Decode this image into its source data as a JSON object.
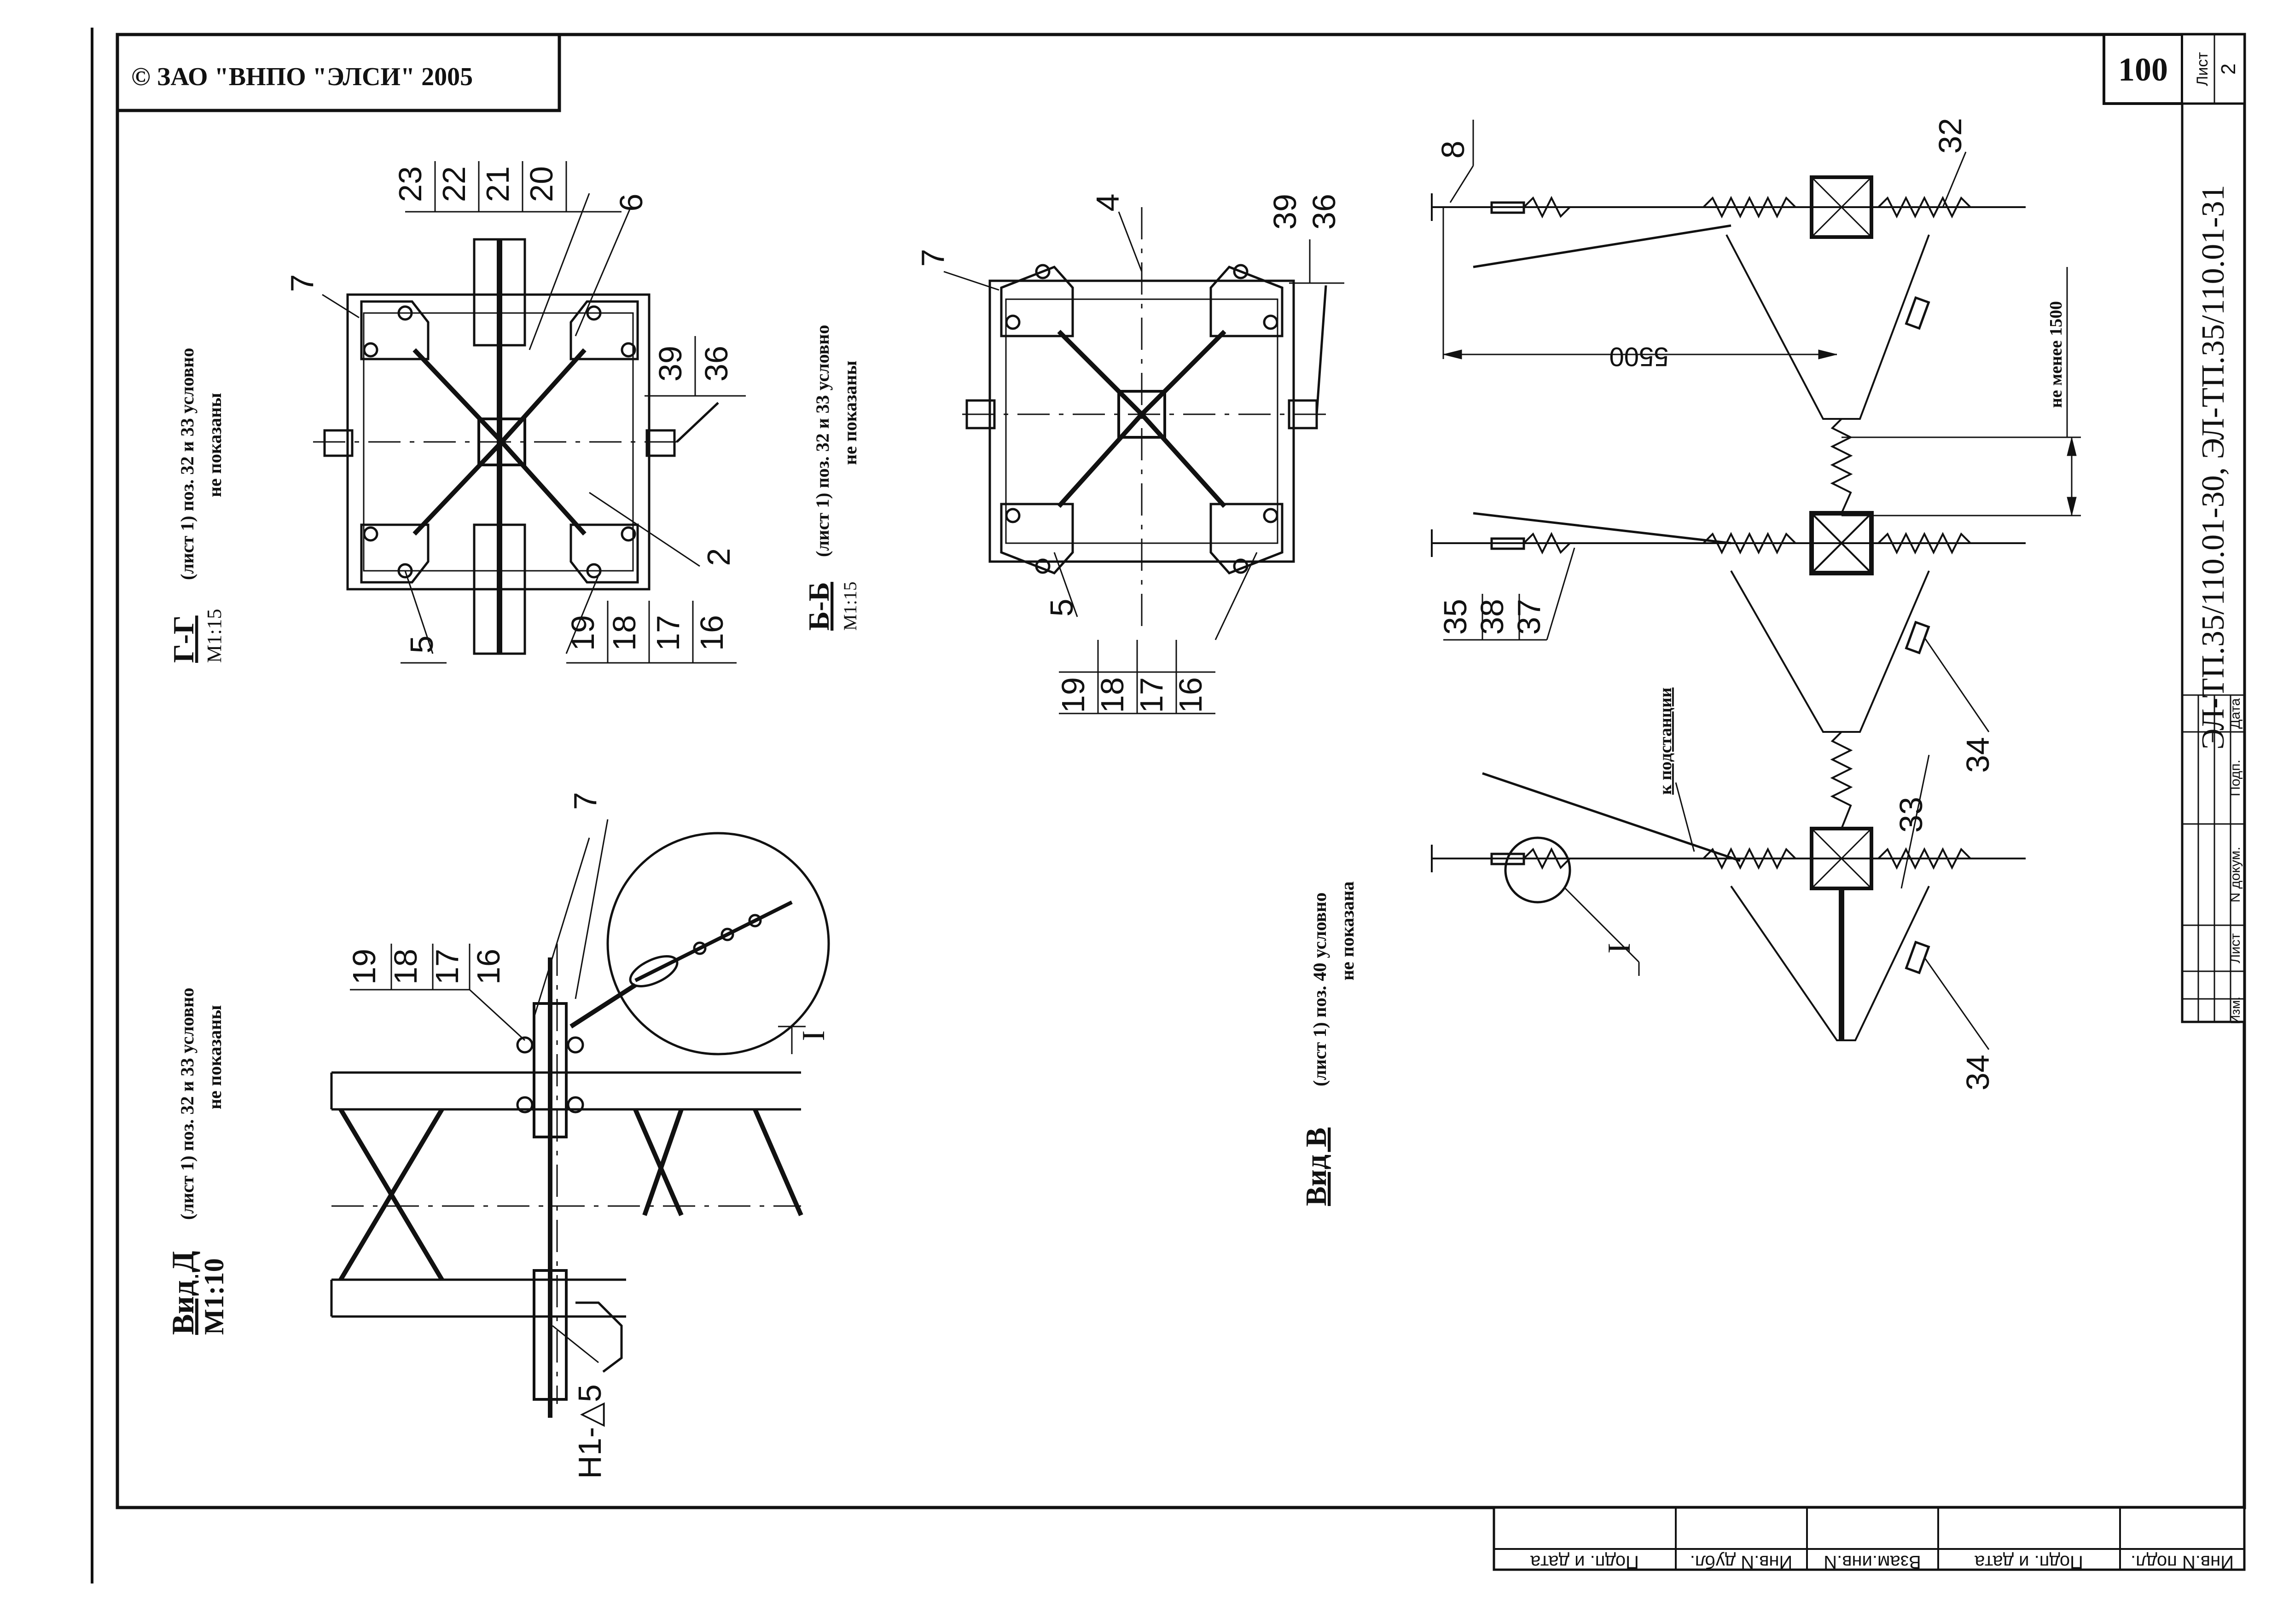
{
  "stamp": {
    "copyright": "© ЗАО \"ВНПО \"ЭЛСИ\" 2005"
  },
  "title_block": {
    "page_number": "100",
    "sheet_label": "Лист",
    "sheet_number": "2",
    "document_code": "ЭЛ-ТП.35/110.01-30, ЭЛ-ТП.35/110.01-31",
    "cols": [
      "Изм.",
      "Лист",
      "N докум.",
      "Подп.",
      "Дата"
    ]
  },
  "bottom_stamp": [
    "Подп. и дата",
    "Инв.N дубл.",
    "Взам.инв.N",
    "Подп. и дата",
    "Инв.N подл."
  ],
  "views": {
    "gg": {
      "title": "Г-Г",
      "note": "(лист 1)  поз. 32 и 33 условно",
      "note2": "не показаны",
      "scale": "М1:15"
    },
    "bb": {
      "title": "Б-Б",
      "note": "(лист 1)  поз. 32 и 33 условно",
      "note2": "не показаны",
      "scale": "М1:15"
    },
    "vd": {
      "title": "Вид Д",
      "note": "(лист 1) поз. 32 и 33 условно",
      "note2": "не показаны",
      "scale": "М1:10"
    },
    "vv": {
      "title": "Вид В",
      "note": "(лист 1)  поз. 40 условно",
      "note2": "не показана"
    }
  },
  "callouts": {
    "gg_stack_top": [
      "23",
      "22",
      "21",
      "20"
    ],
    "gg_6": "6",
    "gg_7": "7",
    "gg_2": "2",
    "gg_5": "5",
    "gg_right": [
      "39",
      "36"
    ],
    "gg_bottom": [
      "19",
      "18",
      "17",
      "16"
    ],
    "bb_7": "7",
    "bb_4": "4",
    "bb_5": "5",
    "bb_right": [
      "39",
      "36"
    ],
    "bb_bottom": [
      "19",
      "18",
      "17",
      "16"
    ],
    "vd_top": [
      "19",
      "18",
      "17",
      "16"
    ],
    "vd_7": "7",
    "vd_I": "I",
    "vd_weld": "Н1-△5",
    "vv_8": "8",
    "vv_32": "32",
    "vv_33": "33",
    "vv_34a": "34",
    "vv_34b": "34",
    "vv_bottom": [
      "35",
      "38",
      "37"
    ],
    "vv_I": "I"
  },
  "dimensions": {
    "span": "5500",
    "min_gap": "не менее 1500",
    "to_substation": "к подстанции"
  }
}
